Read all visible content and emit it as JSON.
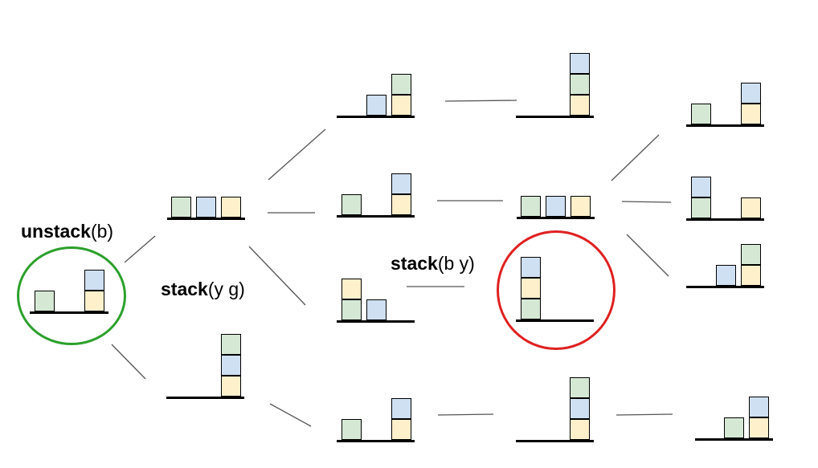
{
  "colors": {
    "g": "#d5e8d4",
    "b": "#cfe0f2",
    "y": "#fff0cc",
    "line": "#555555",
    "ground": "#000000",
    "start_ring": "#2ca02c",
    "goal_ring": "#e02020"
  },
  "labels": {
    "unstack": {
      "op": "unstack",
      "arg": "(b)"
    },
    "stack_y_g": {
      "op": "stack",
      "arg": "(y g)"
    },
    "stack_b_y": {
      "op": "stack",
      "arg": "(b y)"
    }
  },
  "states": [
    {
      "id": "s0",
      "stacks": [
        [
          "g"
        ],
        [
          "y",
          "b"
        ]
      ]
    },
    {
      "id": "s1",
      "stacks": [
        [
          "g"
        ],
        [
          "b"
        ],
        [
          "y"
        ]
      ]
    },
    {
      "id": "s2",
      "stacks": [
        [
          "y",
          "b",
          "g"
        ]
      ]
    },
    {
      "id": "s3",
      "stacks": [
        [
          "b"
        ],
        [
          "y",
          "g"
        ]
      ]
    },
    {
      "id": "s4",
      "stacks": [
        [
          "g"
        ],
        [
          "y",
          "b"
        ]
      ]
    },
    {
      "id": "s5",
      "stacks": [
        [
          "g",
          "y"
        ],
        [
          "b"
        ]
      ]
    },
    {
      "id": "s6",
      "stacks": [
        [
          "g"
        ],
        [
          "y",
          "b"
        ]
      ]
    },
    {
      "id": "s7",
      "stacks": [
        [
          "y",
          "g",
          "b"
        ]
      ]
    },
    {
      "id": "s8",
      "stacks": [
        [
          "g"
        ],
        [
          "b"
        ],
        [
          "y"
        ]
      ]
    },
    {
      "id": "s9",
      "stacks": [
        [
          "g",
          "y",
          "b"
        ]
      ]
    },
    {
      "id": "s10",
      "stacks": [
        [
          "y",
          "b",
          "g"
        ]
      ]
    },
    {
      "id": "s11",
      "stacks": [
        [
          "g"
        ],
        [
          "y",
          "b"
        ]
      ]
    },
    {
      "id": "s12",
      "stacks": [
        [
          "g",
          "b"
        ],
        [
          "y"
        ]
      ]
    },
    {
      "id": "s13",
      "stacks": [
        [
          "b"
        ],
        [
          "y",
          "g"
        ]
      ]
    },
    {
      "id": "s14",
      "stacks": [
        [
          "g"
        ],
        [
          "y",
          "b"
        ]
      ]
    }
  ],
  "edges": [
    [
      "s0",
      "s1"
    ],
    [
      "s0",
      "s2"
    ],
    [
      "s1",
      "s3"
    ],
    [
      "s1",
      "s4"
    ],
    [
      "s1",
      "s5"
    ],
    [
      "s2",
      "s6"
    ],
    [
      "s3",
      "s7"
    ],
    [
      "s4",
      "s8"
    ],
    [
      "s5",
      "s9"
    ],
    [
      "s6",
      "s10"
    ],
    [
      "s8",
      "s11"
    ],
    [
      "s8",
      "s12"
    ],
    [
      "s8",
      "s13"
    ],
    [
      "s10",
      "s14"
    ]
  ],
  "highlights": [
    {
      "state": "s0",
      "role": "start"
    },
    {
      "state": "s9",
      "role": "goal"
    }
  ]
}
